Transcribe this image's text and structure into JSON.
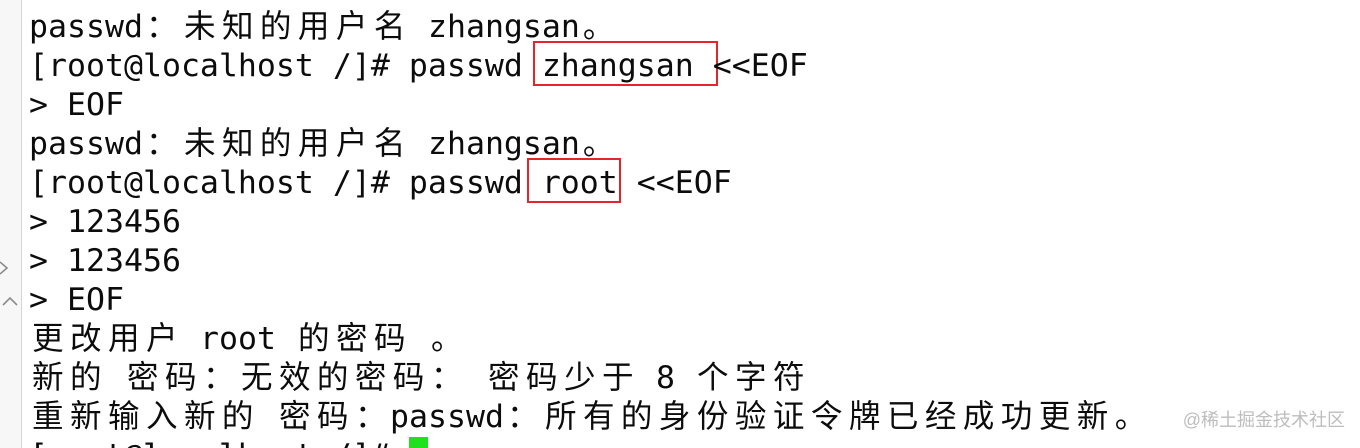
{
  "colors": {
    "background": "#ffffff",
    "text": "#0c0c0c",
    "highlight_box": "#e3262b",
    "cursor": "#1ee21e",
    "watermark": "#bdbdbd"
  },
  "gutter": {
    "icons": [
      "chevron-right-icon",
      "chevron-up-icon"
    ]
  },
  "terminal": {
    "lines": [
      {
        "text": "passwd：未知的用户名 zhangsan。"
      },
      {
        "before": "[root@localhost /]# passwd ",
        "highlight": "zhangsan",
        "after": " <<EOF"
      },
      {
        "text": "> EOF"
      },
      {
        "text": "passwd：未知的用户名 zhangsan。"
      },
      {
        "before": "[root@localhost /]# passwd ",
        "highlight": "root",
        "after": " <<EOF"
      },
      {
        "text": "> 123456"
      },
      {
        "text": "> 123456"
      },
      {
        "text": "> EOF"
      },
      {
        "text": "更改用户 root 的密码 。"
      },
      {
        "text": "新的 密码：无效的密码： 密码少于 8 个字符"
      },
      {
        "text": "重新输入新的 密码：passwd：所有的身份验证令牌已经成功更新。"
      }
    ],
    "current_prompt": "[root@localhost /]# "
  },
  "watermark": "@稀土掘金技术社区"
}
